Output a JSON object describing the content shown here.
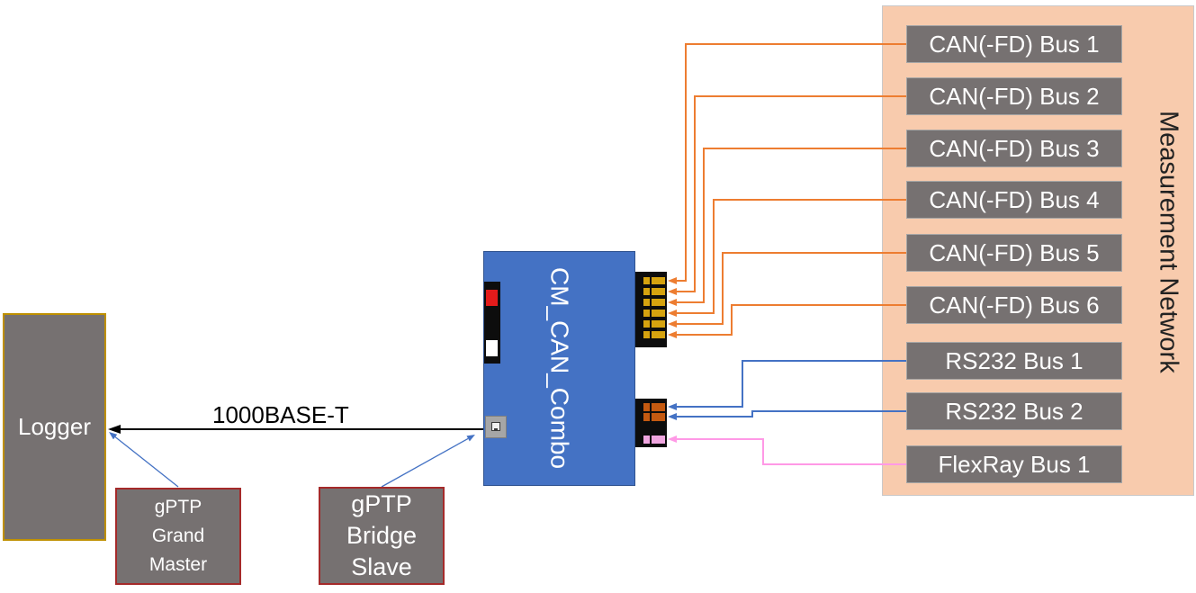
{
  "logger": {
    "label": "Logger"
  },
  "ethernet_link": {
    "label": "1000BASE-T"
  },
  "gptp_grand_master": {
    "lines": [
      "gPTP",
      "Grand",
      "Master"
    ]
  },
  "gptp_bridge_slave": {
    "lines": [
      "gPTP",
      "Bridge",
      "Slave"
    ]
  },
  "device": {
    "label": "CM_CAN_Combo",
    "port_icon": "ethernet-port-icon"
  },
  "network": {
    "label": "Measurement Network",
    "buses": [
      {
        "label": "CAN(-FD) Bus 1"
      },
      {
        "label": "CAN(-FD) Bus 2"
      },
      {
        "label": "CAN(-FD) Bus 3"
      },
      {
        "label": "CAN(-FD) Bus 4"
      },
      {
        "label": "CAN(-FD) Bus 5"
      },
      {
        "label": "CAN(-FD) Bus 6"
      },
      {
        "label": "RS232 Bus 1"
      },
      {
        "label": "RS232 Bus 2"
      },
      {
        "label": "FlexRay Bus 1"
      }
    ]
  },
  "colors": {
    "box_fill": "#767171",
    "logger_border": "#BF9000",
    "gptp_border": "#A52A2A",
    "device_fill": "#4472C4",
    "network_fill": "#F8CBAD",
    "can_line": "#ED7D31",
    "rs232_line": "#4472C4",
    "flexray_line": "#FF99E6",
    "sync_line": "#4472C4",
    "link_line": "#000000"
  }
}
